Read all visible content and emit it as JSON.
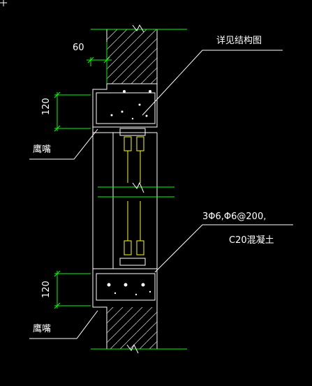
{
  "annotations": {
    "top_dimension": "60",
    "detail_reference": "详见结构图",
    "upper_height": "120",
    "upper_corbel": "鹰嘴",
    "rebar_spec_line1": "3Φ6,Φ6@200,",
    "rebar_spec_line2": "C20混凝土",
    "lower_height": "120",
    "lower_corbel": "鹰嘴"
  },
  "colors": {
    "background": "#000000",
    "outline": "#ffffff",
    "dimension": "#00ff00",
    "frame": "#ffff00"
  }
}
